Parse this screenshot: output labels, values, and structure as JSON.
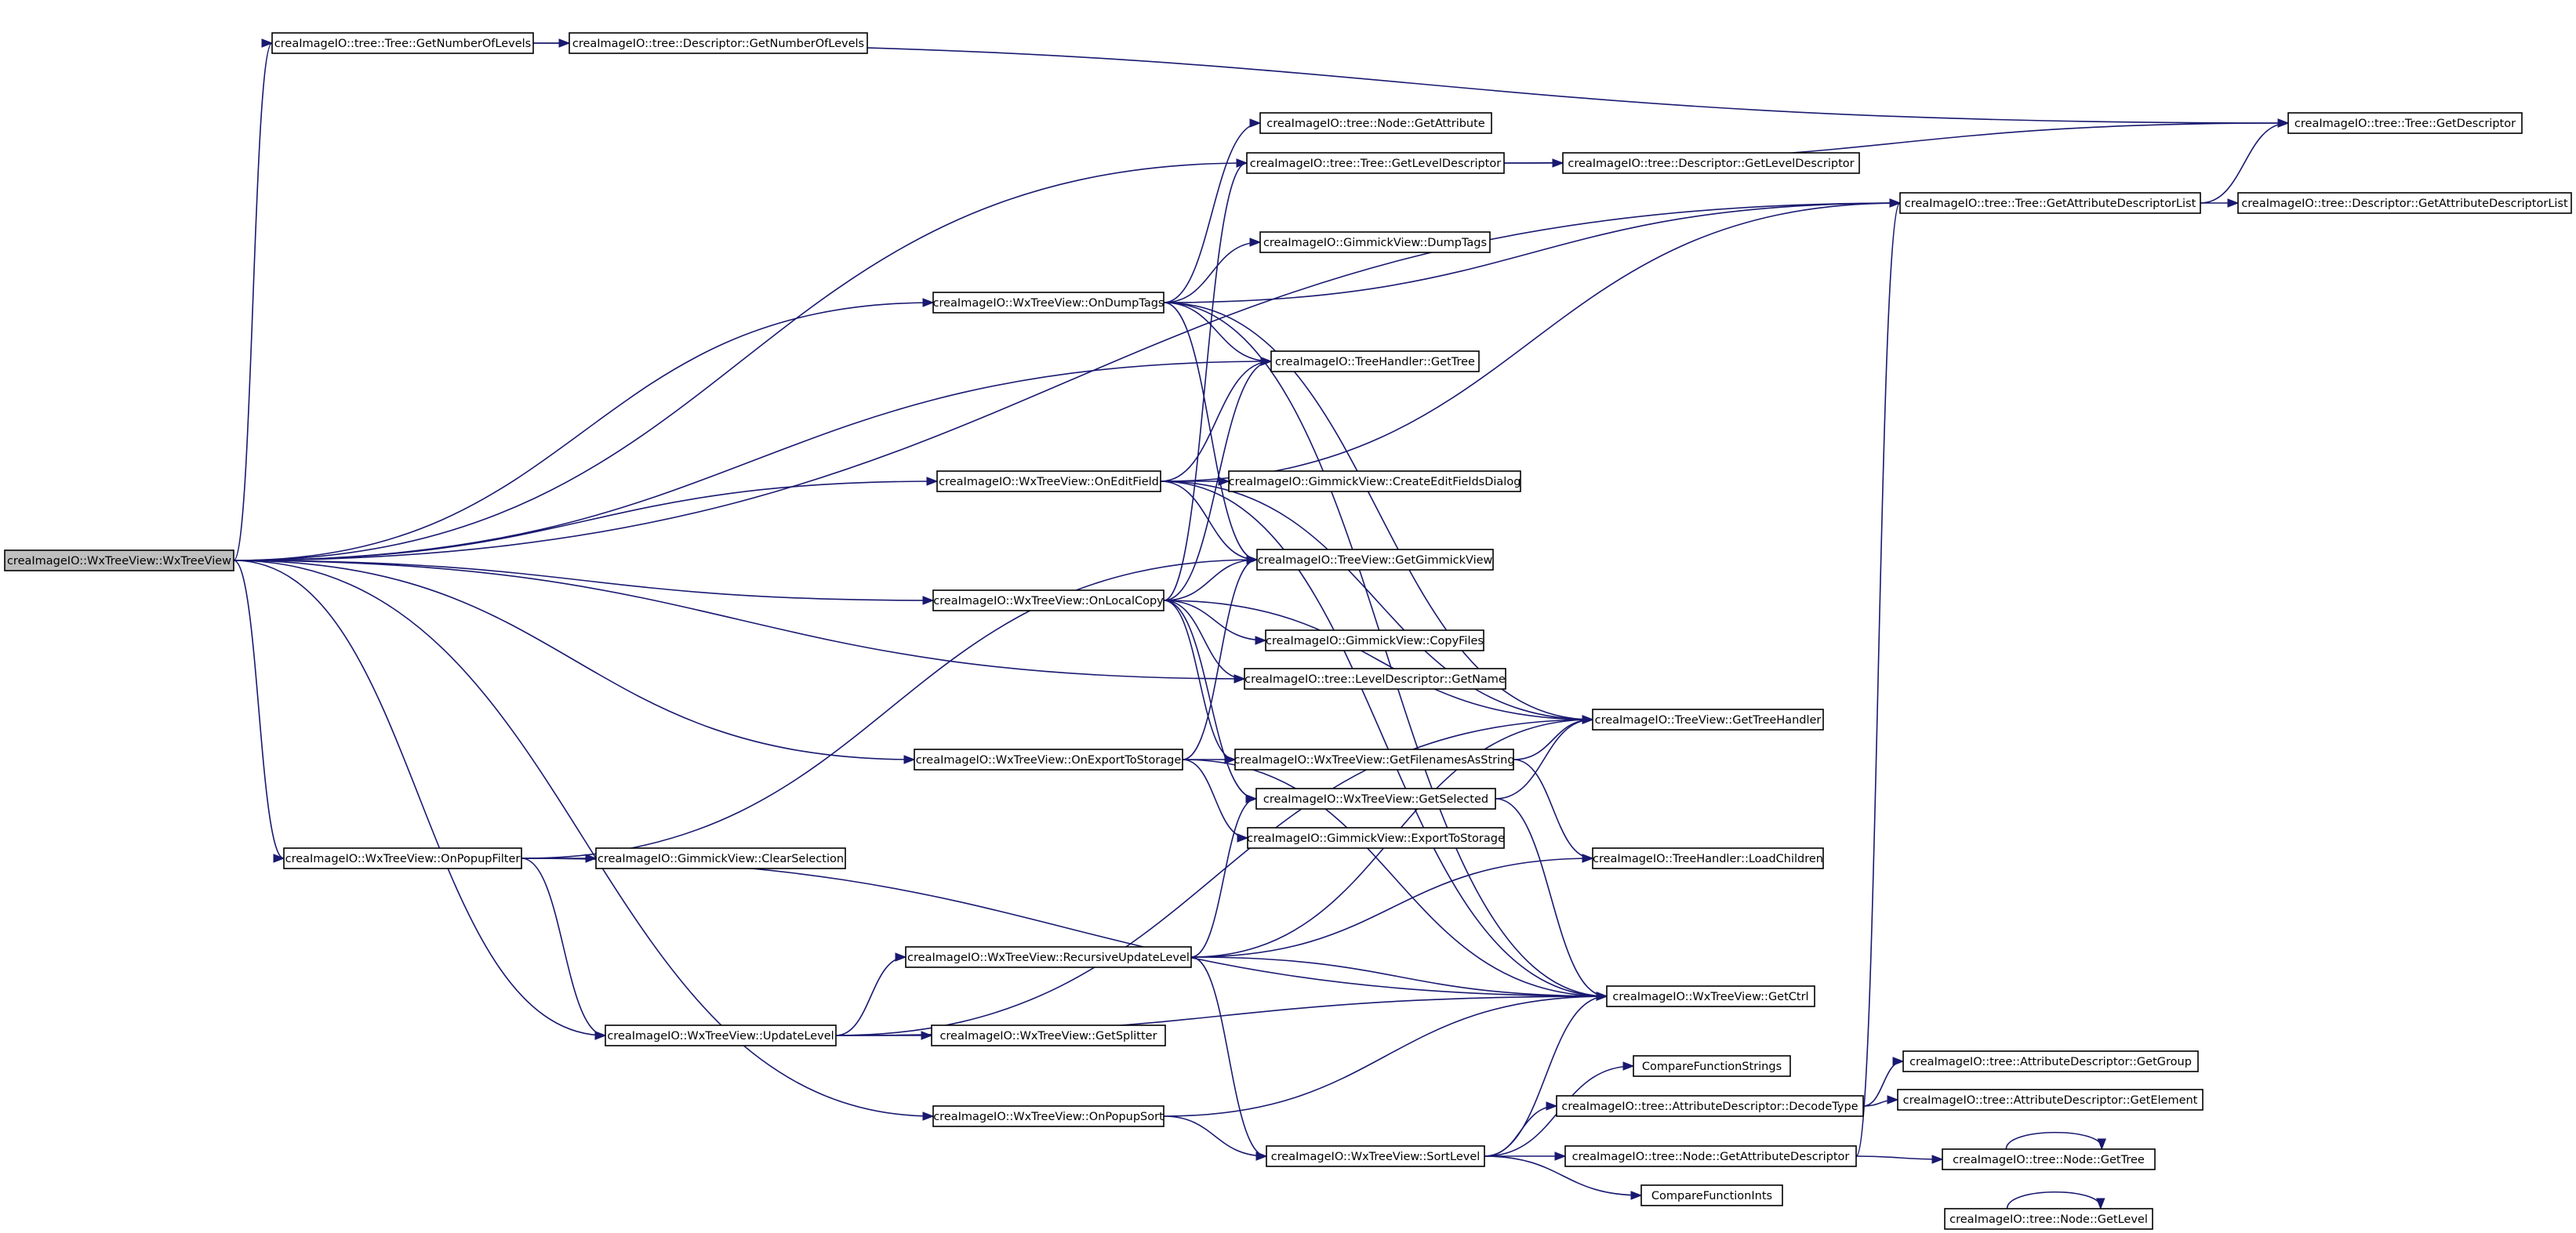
{
  "nodes": [
    {
      "id": "wxtreeview",
      "label": "creaImageIO::WxTreeView::WxTreeView",
      "root": true
    },
    {
      "id": "getnumberoflevels",
      "label": "creaImageIO::tree::Tree::GetNumberOfLevels"
    },
    {
      "id": "desc_getnumberoflevels",
      "label": "creaImageIO::tree::Descriptor::GetNumberOfLevels"
    },
    {
      "id": "getdescriptor",
      "label": "creaImageIO::tree::Tree::GetDescriptor"
    },
    {
      "id": "node_getattribute",
      "label": "creaImageIO::tree::Node::GetAttribute"
    },
    {
      "id": "getleveldescriptor",
      "label": "creaImageIO::tree::Tree::GetLevelDescriptor"
    },
    {
      "id": "desc_getleveldescriptor",
      "label": "creaImageIO::tree::Descriptor::GetLevelDescriptor"
    },
    {
      "id": "getattributedescriptorlist",
      "label": "creaImageIO::tree::Tree::GetAttributeDescriptorList"
    },
    {
      "id": "desc_getattributedescriptorlist",
      "label": "creaImageIO::tree::Descriptor::GetAttributeDescriptorList"
    },
    {
      "id": "dumptags",
      "label": "creaImageIO::GimmickView::DumpTags"
    },
    {
      "id": "ondumptags",
      "label": "creaImageIO::WxTreeView::OnDumpTags"
    },
    {
      "id": "gettree",
      "label": "creaImageIO::TreeHandler::GetTree"
    },
    {
      "id": "oneditfield",
      "label": "creaImageIO::WxTreeView::OnEditField"
    },
    {
      "id": "createeditfieldsdialog",
      "label": "creaImageIO::GimmickView::CreateEditFieldsDialog"
    },
    {
      "id": "getgimmickview",
      "label": "creaImageIO::TreeView::GetGimmickView"
    },
    {
      "id": "onlocalcopy",
      "label": "creaImageIO::WxTreeView::OnLocalCopy"
    },
    {
      "id": "copyfiles",
      "label": "creaImageIO::GimmickView::CopyFiles"
    },
    {
      "id": "getname",
      "label": "creaImageIO::tree::LevelDescriptor::GetName"
    },
    {
      "id": "gettreehandler",
      "label": "creaImageIO::TreeView::GetTreeHandler"
    },
    {
      "id": "onexporttostorage",
      "label": "creaImageIO::WxTreeView::OnExportToStorage"
    },
    {
      "id": "getfilenamesasstring",
      "label": "creaImageIO::WxTreeView::GetFilenamesAsString"
    },
    {
      "id": "getselected",
      "label": "creaImageIO::WxTreeView::GetSelected"
    },
    {
      "id": "exporttostorage",
      "label": "creaImageIO::GimmickView::ExportToStorage"
    },
    {
      "id": "onpopupfilter",
      "label": "creaImageIO::WxTreeView::OnPopupFilter"
    },
    {
      "id": "clearselection",
      "label": "creaImageIO::GimmickView::ClearSelection"
    },
    {
      "id": "loadchildren",
      "label": "creaImageIO::TreeHandler::LoadChildren"
    },
    {
      "id": "recursiveupdatelevel",
      "label": "creaImageIO::WxTreeView::RecursiveUpdateLevel"
    },
    {
      "id": "getctrl",
      "label": "creaImageIO::WxTreeView::GetCtrl"
    },
    {
      "id": "updatelevel",
      "label": "creaImageIO::WxTreeView::UpdateLevel"
    },
    {
      "id": "getsplitter",
      "label": "creaImageIO::WxTreeView::GetSplitter"
    },
    {
      "id": "comparefunctionstrings",
      "label": "CompareFunctionStrings"
    },
    {
      "id": "getgroup",
      "label": "creaImageIO::tree::AttributeDescriptor::GetGroup"
    },
    {
      "id": "decodetype",
      "label": "creaImageIO::tree::AttributeDescriptor::DecodeType"
    },
    {
      "id": "getelement",
      "label": "creaImageIO::tree::AttributeDescriptor::GetElement"
    },
    {
      "id": "onpopupsort",
      "label": "creaImageIO::WxTreeView::OnPopupSort"
    },
    {
      "id": "sortlevel",
      "label": "creaImageIO::WxTreeView::SortLevel"
    },
    {
      "id": "node_getattributedescriptor",
      "label": "creaImageIO::tree::Node::GetAttributeDescriptor"
    },
    {
      "id": "node_gettree",
      "label": "creaImageIO::tree::Node::GetTree"
    },
    {
      "id": "comparefunctionints",
      "label": "CompareFunctionInts"
    },
    {
      "id": "node_getlevel",
      "label": "creaImageIO::tree::Node::GetLevel"
    }
  ],
  "edges": [
    [
      "wxtreeview",
      "getnumberoflevels"
    ],
    [
      "wxtreeview",
      "getattributedescriptorlist"
    ],
    [
      "wxtreeview",
      "getleveldescriptor"
    ],
    [
      "wxtreeview",
      "ondumptags"
    ],
    [
      "wxtreeview",
      "gettree"
    ],
    [
      "wxtreeview",
      "oneditfield"
    ],
    [
      "wxtreeview",
      "onlocalcopy"
    ],
    [
      "wxtreeview",
      "getname"
    ],
    [
      "wxtreeview",
      "onexporttostorage"
    ],
    [
      "wxtreeview",
      "onpopupfilter"
    ],
    [
      "wxtreeview",
      "updatelevel"
    ],
    [
      "wxtreeview",
      "onpopupsort"
    ],
    [
      "getnumberoflevels",
      "desc_getnumberoflevels"
    ],
    [
      "getnumberoflevels",
      "getdescriptor"
    ],
    [
      "getleveldescriptor",
      "desc_getleveldescriptor"
    ],
    [
      "getleveldescriptor",
      "getdescriptor"
    ],
    [
      "getattributedescriptorlist",
      "desc_getattributedescriptorlist"
    ],
    [
      "getattributedescriptorlist",
      "getdescriptor"
    ],
    [
      "ondumptags",
      "node_getattribute"
    ],
    [
      "ondumptags",
      "getattributedescriptorlist"
    ],
    [
      "ondumptags",
      "dumptags"
    ],
    [
      "ondumptags",
      "gettree"
    ],
    [
      "ondumptags",
      "getgimmickview"
    ],
    [
      "ondumptags",
      "gettreehandler"
    ],
    [
      "ondumptags",
      "getctrl"
    ],
    [
      "oneditfield",
      "createeditfieldsdialog"
    ],
    [
      "oneditfield",
      "gettree"
    ],
    [
      "oneditfield",
      "getattributedescriptorlist"
    ],
    [
      "oneditfield",
      "getgimmickview"
    ],
    [
      "oneditfield",
      "gettreehandler"
    ],
    [
      "oneditfield",
      "getctrl"
    ],
    [
      "onlocalcopy",
      "getleveldescriptor"
    ],
    [
      "onlocalcopy",
      "gettree"
    ],
    [
      "onlocalcopy",
      "getgimmickview"
    ],
    [
      "onlocalcopy",
      "copyfiles"
    ],
    [
      "onlocalcopy",
      "getname"
    ],
    [
      "onlocalcopy",
      "gettreehandler"
    ],
    [
      "onlocalcopy",
      "getfilenamesasstring"
    ],
    [
      "onlocalcopy",
      "getselected"
    ],
    [
      "onexporttostorage",
      "getgimmickview"
    ],
    [
      "onexporttostorage",
      "getfilenamesasstring"
    ],
    [
      "onexporttostorage",
      "exporttostorage"
    ],
    [
      "onexporttostorage",
      "getctrl"
    ],
    [
      "getfilenamesasstring",
      "gettreehandler"
    ],
    [
      "getfilenamesasstring",
      "loadchildren"
    ],
    [
      "getselected",
      "gettreehandler"
    ],
    [
      "getselected",
      "getctrl"
    ],
    [
      "onpopupfilter",
      "clearselection"
    ],
    [
      "onpopupfilter",
      "getgimmickview"
    ],
    [
      "onpopupfilter",
      "updatelevel"
    ],
    [
      "onpopupfilter",
      "getctrl"
    ],
    [
      "recursiveupdatelevel",
      "getselected"
    ],
    [
      "recursiveupdatelevel",
      "gettreehandler"
    ],
    [
      "recursiveupdatelevel",
      "loadchildren"
    ],
    [
      "recursiveupdatelevel",
      "getctrl"
    ],
    [
      "recursiveupdatelevel",
      "sortlevel"
    ],
    [
      "updatelevel",
      "gettreehandler"
    ],
    [
      "updatelevel",
      "recursiveupdatelevel"
    ],
    [
      "updatelevel",
      "getsplitter"
    ],
    [
      "updatelevel",
      "getctrl"
    ],
    [
      "onpopupsort",
      "getctrl"
    ],
    [
      "onpopupsort",
      "sortlevel"
    ],
    [
      "sortlevel",
      "getctrl"
    ],
    [
      "sortlevel",
      "comparefunctionstrings"
    ],
    [
      "sortlevel",
      "decodetype"
    ],
    [
      "sortlevel",
      "node_getattributedescriptor"
    ],
    [
      "sortlevel",
      "comparefunctionints"
    ],
    [
      "decodetype",
      "getgroup"
    ],
    [
      "decodetype",
      "getelement"
    ],
    [
      "node_getattributedescriptor",
      "node_gettree"
    ],
    [
      "node_getattributedescriptor",
      "getattributedescriptorlist"
    ],
    [
      "node_gettree",
      "node_gettree"
    ],
    [
      "node_getlevel",
      "node_getlevel"
    ]
  ]
}
